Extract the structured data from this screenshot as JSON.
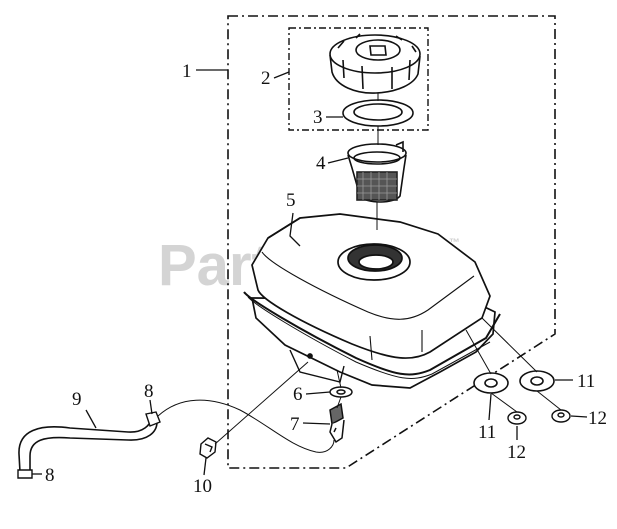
{
  "diagram": {
    "watermark": "PartsTree",
    "watermark_mark": "™",
    "ink_color": "#111111",
    "watermark_color": "#d4d4d4",
    "callouts": {
      "c1": "1",
      "c2": "2",
      "c3": "3",
      "c4": "4",
      "c5": "5",
      "c6": "6",
      "c7": "7",
      "c8a": "8",
      "c8b": "8",
      "c9": "9",
      "c10": "10",
      "c11a": "11",
      "c11b": "11",
      "c12a": "12",
      "c12b": "12"
    }
  }
}
